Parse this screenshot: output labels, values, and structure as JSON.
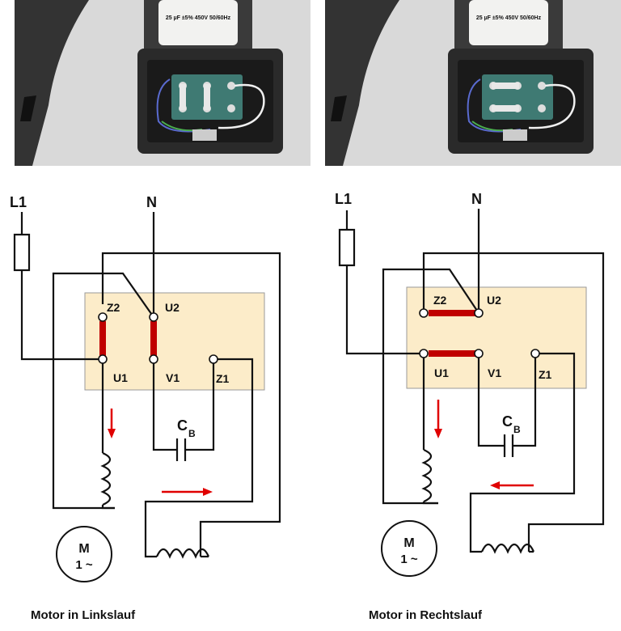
{
  "left": {
    "terminals": {
      "z2": "Z2",
      "u2": "U2",
      "u1": "U1",
      "v1": "V1",
      "z1": "Z1"
    },
    "supply": {
      "l1": "L1",
      "n": "N"
    },
    "capacitor": {
      "label": "C",
      "subscript": "B"
    },
    "motor": {
      "line1": "M",
      "line2": "1 ~"
    },
    "caption": "Motor in Linkslauf",
    "photo": {
      "capacitor_text": "25 µF ±5% 450V 50/60Hz"
    }
  },
  "right": {
    "terminals": {
      "z2": "Z2",
      "u2": "U2",
      "u1": "U1",
      "v1": "V1",
      "z1": "Z1"
    },
    "supply": {
      "l1": "L1",
      "n": "N"
    },
    "capacitor": {
      "label": "C",
      "subscript": "B"
    },
    "motor": {
      "line1": "M",
      "line2": "1 ~"
    },
    "caption": "Motor in Rechtslauf",
    "photo": {
      "capacitor_text": "25 µF ±5% 450V 50/60Hz"
    }
  },
  "colors": {
    "terminal_box": "#fcecc9",
    "bridge": "#c00000",
    "arrow": "#e00000",
    "wire": "#111111",
    "photo_bg": "#d9d9d9"
  }
}
